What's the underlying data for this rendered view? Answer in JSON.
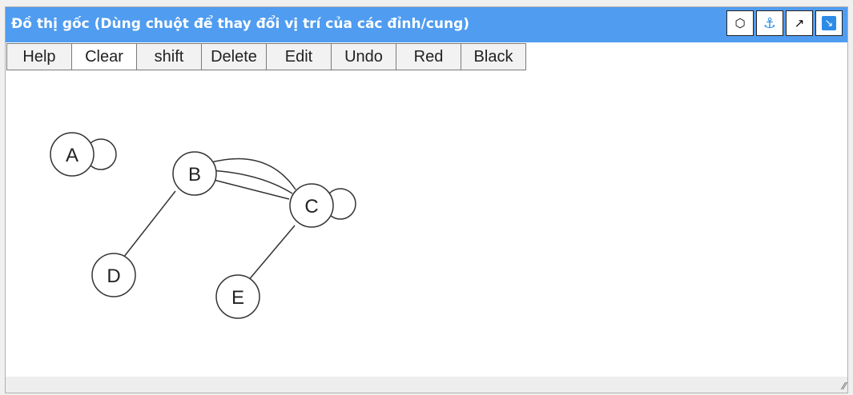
{
  "window": {
    "title": "Đồ thị gốc (Dùng chuột để thay đổi vị trí của các đỉnh/cung)",
    "title_bar_color": "#4f9cf0",
    "title_buttons": [
      {
        "icon": "hexagon-icon",
        "glyph": "⬡"
      },
      {
        "icon": "anchor-icon",
        "glyph": "⚓"
      },
      {
        "icon": "arrow-diagonal-icon",
        "glyph": "↗"
      },
      {
        "icon": "download-icon",
        "glyph": "↘"
      }
    ]
  },
  "toolbar": {
    "buttons": [
      "Help",
      "Clear",
      "shift",
      "Delete",
      "Edit",
      "Undo",
      "Red",
      "Black"
    ]
  },
  "graph": {
    "nodes": [
      "A",
      "B",
      "C",
      "D",
      "E"
    ],
    "edges": [
      {
        "from": "A",
        "to": "A",
        "type": "loop"
      },
      {
        "from": "B",
        "to": "C",
        "type": "multi-edge",
        "count": 3
      },
      {
        "from": "C",
        "to": "C",
        "type": "loop"
      },
      {
        "from": "B",
        "to": "D",
        "type": "line"
      },
      {
        "from": "C",
        "to": "E",
        "type": "line"
      }
    ],
    "stroke_color": "#333333"
  }
}
